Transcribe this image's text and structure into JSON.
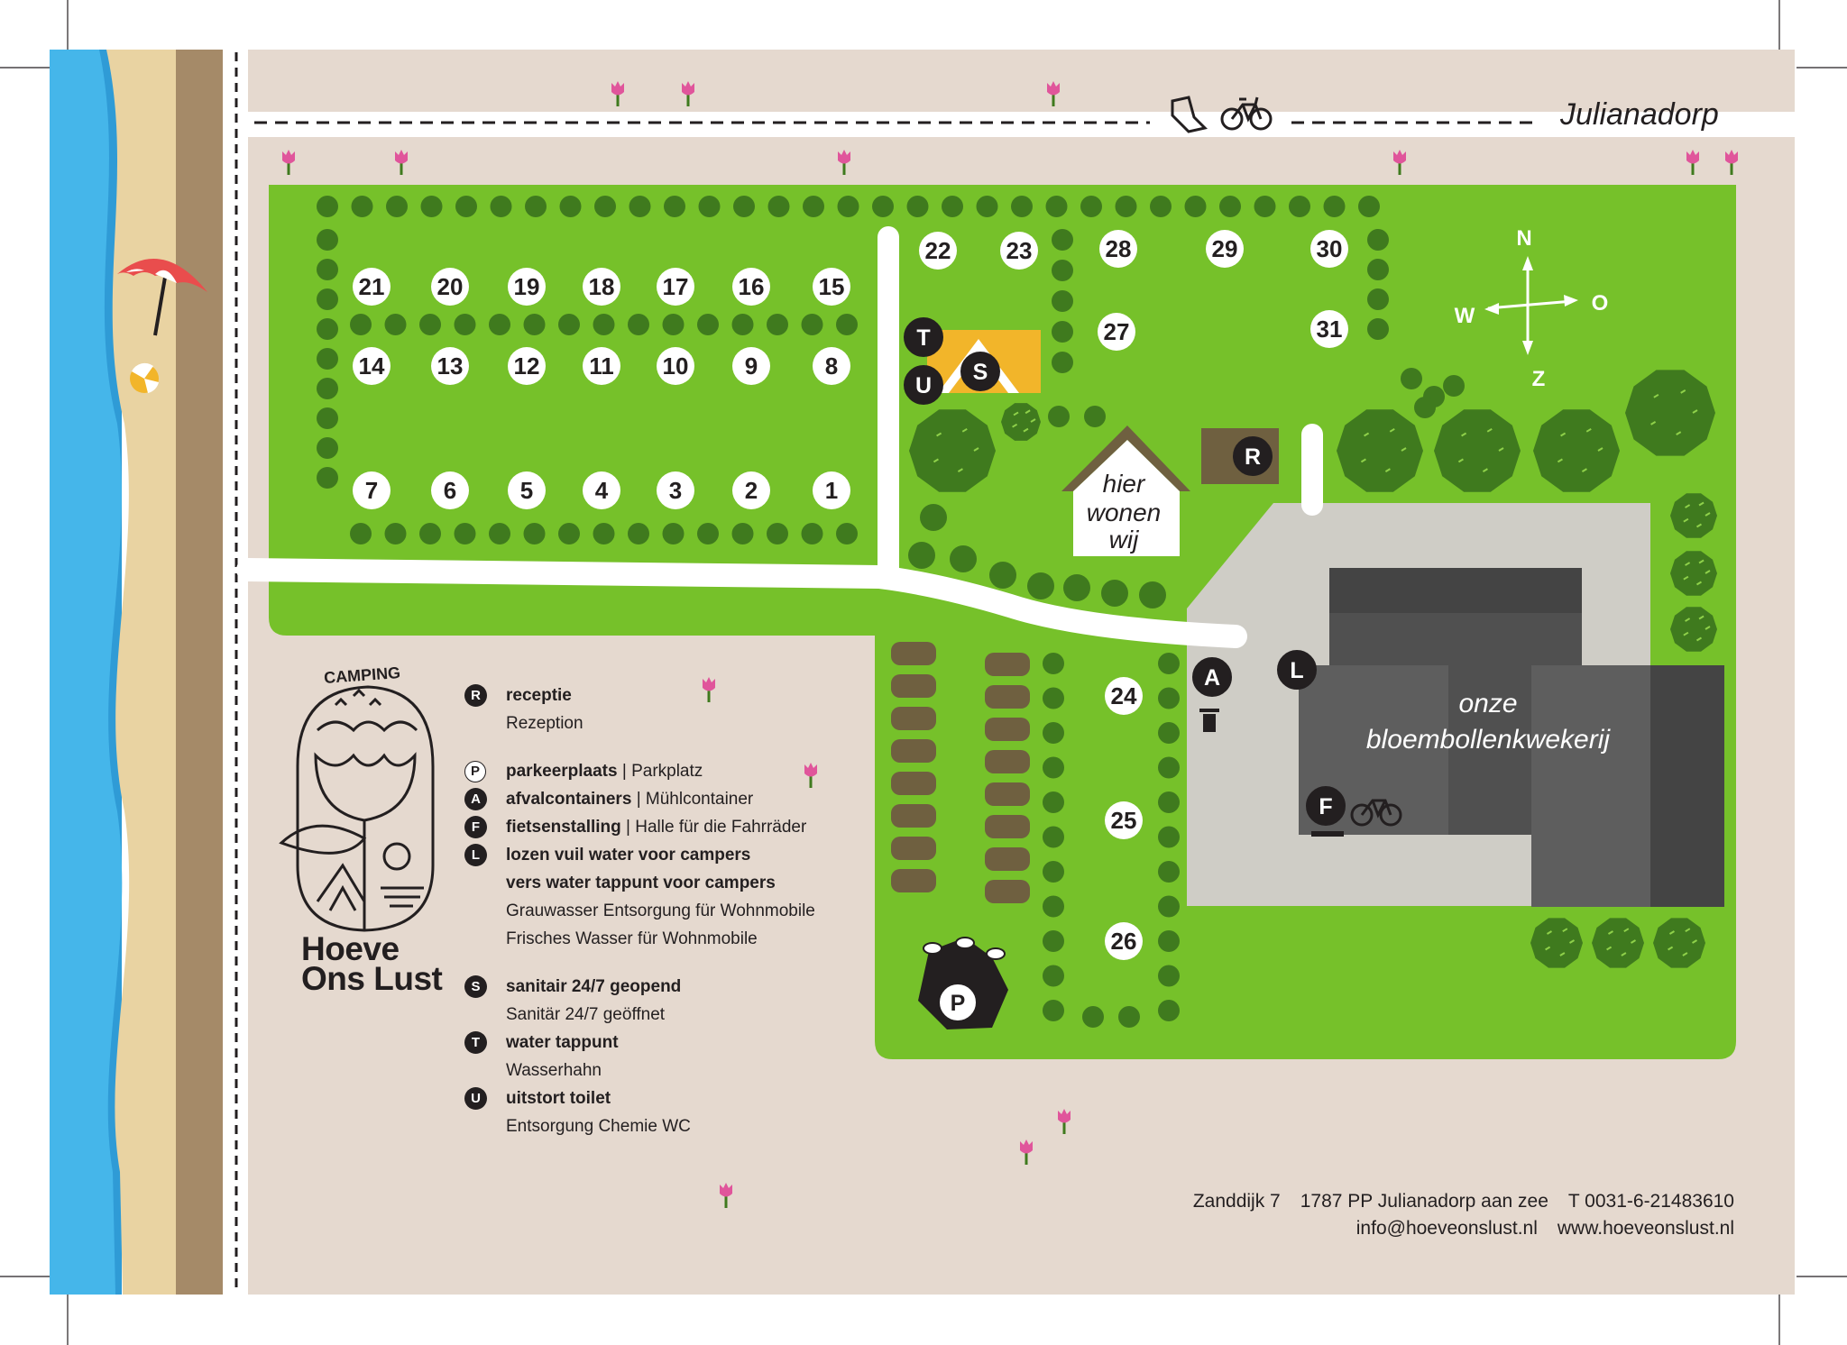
{
  "map": {
    "town_label": "Julianadorp",
    "house_label": [
      "hier",
      "wonen",
      "wij"
    ],
    "nursery_label": [
      "onze",
      "bloembollenkwekerij"
    ],
    "compass": {
      "n": "N",
      "o": "O",
      "z": "Z",
      "w": "W"
    },
    "pitches": [
      "1",
      "2",
      "3",
      "4",
      "5",
      "6",
      "7",
      "8",
      "9",
      "10",
      "11",
      "12",
      "13",
      "14",
      "15",
      "16",
      "17",
      "18",
      "19",
      "20",
      "21",
      "22",
      "23",
      "24",
      "25",
      "26",
      "27",
      "28",
      "29",
      "30",
      "31"
    ],
    "markers": {
      "t": "T",
      "u": "U",
      "s": "S",
      "r": "R",
      "a": "A",
      "l": "L",
      "f": "F",
      "p": "P"
    }
  },
  "logo": {
    "camping": "CAMPING",
    "line1": "Hoeve",
    "line2": "Ons Lust"
  },
  "legend": {
    "r": {
      "key": "R",
      "nl": "receptie",
      "de": "Rezeption"
    },
    "p": {
      "key": "P",
      "nl": "parkeerplaats",
      "de": "| Parkplatz"
    },
    "a": {
      "key": "A",
      "nl": "afvalcontainers",
      "de": "| Mühlcontainer"
    },
    "f": {
      "key": "F",
      "nl": "fietsenstalling",
      "de": "| Halle für die Fahrräder"
    },
    "l": {
      "key": "L",
      "nl1": "lozen vuil water voor campers",
      "nl2": "vers water tappunt voor campers",
      "de1": "Grauwasser Entsorgung für Wohnmobile",
      "de2": "Frisches Wasser für Wohnmobile"
    },
    "s": {
      "key": "S",
      "nl": "sanitair 24/7 geopend",
      "de": "Sanitär 24/7 geöffnet"
    },
    "t": {
      "key": "T",
      "nl": "water tappunt",
      "de": "Wasserhahn"
    },
    "u": {
      "key": "U",
      "nl": "uitstort toilet",
      "de": "Entsorgung Chemie WC"
    }
  },
  "footer": {
    "street": "Zanddijk 7",
    "city": "1787 PP Julianadorp aan zee",
    "phone": "T 0031-6-21483610",
    "email": "info@hoeveonslust.nl",
    "web": "www.hoeveonslust.nl"
  },
  "colors": {
    "grass": "#76c12a",
    "hedge": "#3f7a1e",
    "sand_bg": "#e5d9cf",
    "sea": "#45b6ea",
    "beach": "#e9d3a2",
    "dike": "#a58a68",
    "building": "#555555",
    "yard": "#cfcdc6",
    "ink": "#231f20",
    "tulip": "#e0559b",
    "tent": "#f2b52a"
  }
}
